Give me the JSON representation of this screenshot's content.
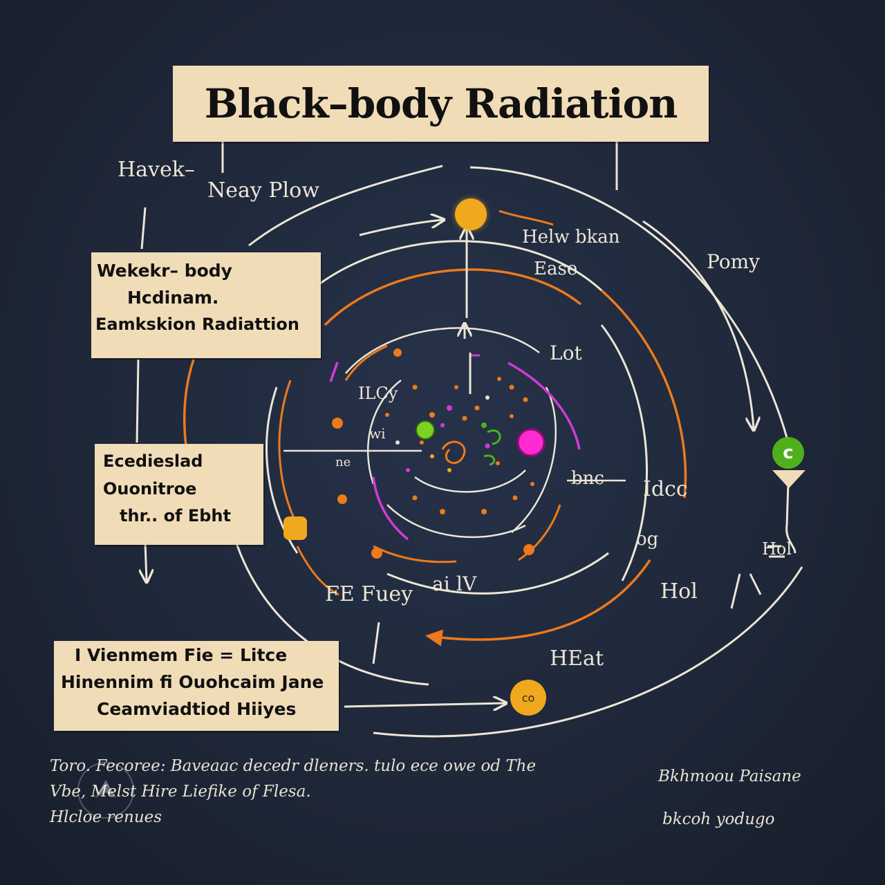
{
  "title": "Black–body Radiation",
  "boxes": {
    "top_left": [
      "Wekekr– body",
      "Hcdinam.",
      "Eamkskion Radiattion"
    ],
    "middle_left": [
      "Ecedieslad",
      "Ouonitroe",
      "thr..   of Ebht"
    ],
    "bottom_left": [
      "I Vienmem   Fie = Litce",
      "Hinennim fi Ouohcaim Jane",
      "Ceamviadtiod Hiiyes"
    ]
  },
  "labels": {
    "havek": "Havek–",
    "neay_plow": "Neay Plow",
    "helw_bkan": "Helw bkan",
    "ease": "Ease",
    "pomy": "Pomy",
    "lot": "Lot",
    "ilcy": "ILCy",
    "w_label": "wi",
    "ne_label": "ne",
    "bnc": "bnc",
    "idcc": "Idcc",
    "og": "og",
    "fe_fuey": "FE Fuey",
    "ai": "ai",
    "lv": "lV",
    "hol": "Hol",
    "hol2": "Hol",
    "heat": "HEat",
    "c_small": "c",
    "co": "co"
  },
  "footer": {
    "left_lines": [
      "Toro. Fecoree: Baveaac decedr dleners. tulo ece owe od The",
      "Vbe, Melst Hire Liefike of Flesa.",
      "Hlcloe renues"
    ],
    "right_lines": [
      "Bkhmoou Paisane",
      "bkcoh yodugo"
    ]
  },
  "colors": {
    "background": "#1f2839",
    "paper": "#f1dcb8",
    "chalk": "#ece6d6",
    "orange": "#ee7a1c",
    "magenta": "#d43ad8",
    "yellow": "#f0a81e",
    "green": "#4fb01c",
    "pink": "#ff2bd2"
  },
  "icons": [
    "sun-orb-icon",
    "green-c-orb-icon",
    "yellow-orb-icon",
    "magenta-orb-icon",
    "green-orb-icon",
    "funnel-icon",
    "watermark-logo"
  ]
}
